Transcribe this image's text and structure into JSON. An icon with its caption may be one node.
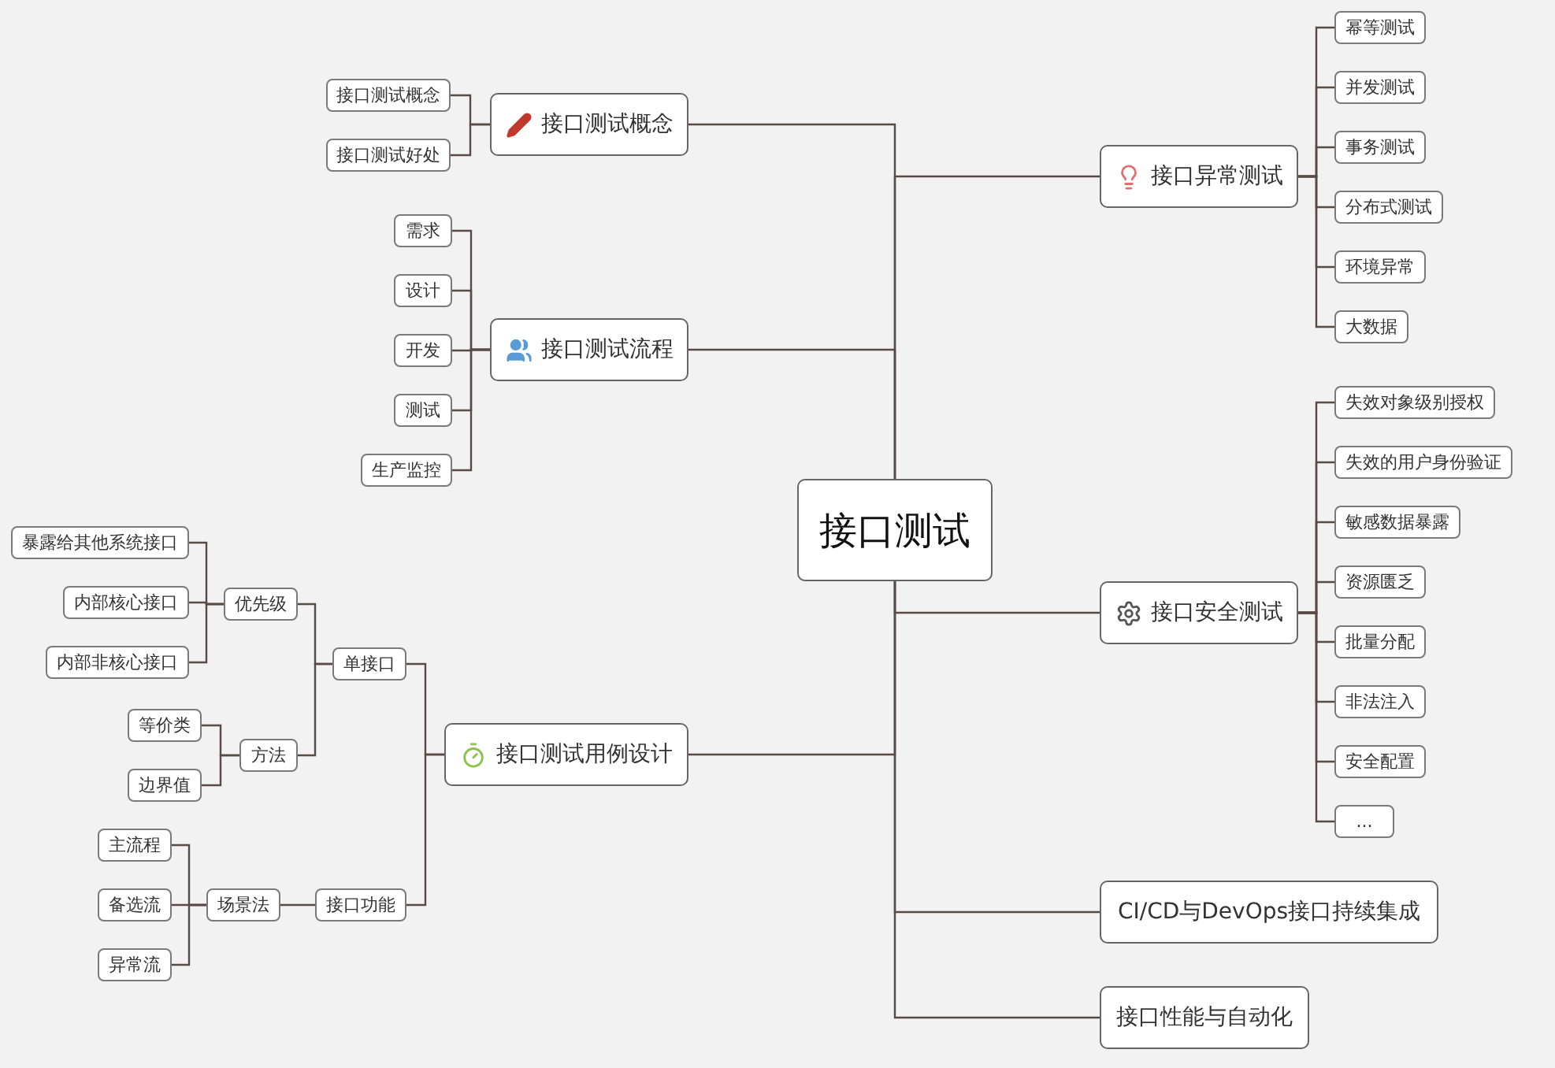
{
  "diagram": {
    "nodes": [
      {
        "text": [
          "接口测试"
        ]
      },
      {
        "text": [
          "接口测试概念"
        ]
      },
      {
        "text": [
          "接口测试概念"
        ]
      },
      {
        "text": [
          "接口测试好处"
        ]
      },
      {
        "text": [
          "接口测试流程"
        ]
      },
      {
        "text": [
          "需求"
        ]
      },
      {
        "text": [
          "设计"
        ]
      },
      {
        "text": [
          "开发"
        ]
      },
      {
        "text": [
          "测试"
        ]
      },
      {
        "text": [
          "生产监控"
        ]
      },
      {
        "text": [
          "接口测试用例设计"
        ]
      },
      {
        "text": [
          "单接口"
        ]
      },
      {
        "text": [
          "优先级"
        ]
      },
      {
        "text": [
          "暴露给其他系统接口"
        ]
      },
      {
        "text": [
          "内部核心接口"
        ]
      },
      {
        "text": [
          "内部非核心接口"
        ]
      },
      {
        "text": [
          "方法"
        ]
      },
      {
        "text": [
          "等价类"
        ]
      },
      {
        "text": [
          "边界值"
        ]
      },
      {
        "text": [
          "接口功能"
        ]
      },
      {
        "text": [
          "场景法"
        ]
      },
      {
        "text": [
          "主流程"
        ]
      },
      {
        "text": [
          "备选流"
        ]
      },
      {
        "text": [
          "异常流"
        ]
      },
      {
        "text": [
          "接口异常测试"
        ]
      },
      {
        "text": [
          "幂等测试"
        ]
      },
      {
        "text": [
          "并发测试"
        ]
      },
      {
        "text": [
          "事务测试"
        ]
      },
      {
        "text": [
          "分布式测试"
        ]
      },
      {
        "text": [
          "环境异常"
        ]
      },
      {
        "text": [
          "大数据"
        ]
      },
      {
        "text": [
          "接口安全测试"
        ]
      },
      {
        "text": [
          "失效对象级别授权"
        ]
      },
      {
        "text": [
          "失效的用户身份验证"
        ]
      },
      {
        "text": [
          "敏感数据暴露"
        ]
      },
      {
        "text": [
          "资源匮乏"
        ]
      },
      {
        "text": [
          "批量分配"
        ]
      },
      {
        "text": [
          "非法注入"
        ]
      },
      {
        "text": [
          "安全配置"
        ]
      },
      {
        "text": [
          "..."
        ]
      },
      {
        "text": [
          "CI/CD与DevOps接口持续集成"
        ]
      },
      {
        "text": [
          "接口性能与自动化"
        ]
      }
    ],
    "edges": [
      {
        "from": 0,
        "to": 1,
        "arrow": "none"
      },
      {
        "from": 1,
        "to": 2,
        "arrow": "none"
      },
      {
        "from": 1,
        "to": 3,
        "arrow": "none"
      },
      {
        "from": 0,
        "to": 4,
        "arrow": "none"
      },
      {
        "from": 4,
        "to": 5,
        "arrow": "none"
      },
      {
        "from": 4,
        "to": 6,
        "arrow": "none"
      },
      {
        "from": 4,
        "to": 7,
        "arrow": "none"
      },
      {
        "from": 4,
        "to": 8,
        "arrow": "none"
      },
      {
        "from": 4,
        "to": 9,
        "arrow": "none"
      },
      {
        "from": 0,
        "to": 10,
        "arrow": "none"
      },
      {
        "from": 10,
        "to": 11,
        "arrow": "none"
      },
      {
        "from": 11,
        "to": 12,
        "arrow": "none"
      },
      {
        "from": 12,
        "to": 13,
        "arrow": "none"
      },
      {
        "from": 12,
        "to": 14,
        "arrow": "none"
      },
      {
        "from": 12,
        "to": 15,
        "arrow": "none"
      },
      {
        "from": 11,
        "to": 16,
        "arrow": "none"
      },
      {
        "from": 16,
        "to": 17,
        "arrow": "none"
      },
      {
        "from": 16,
        "to": 18,
        "arrow": "none"
      },
      {
        "from": 10,
        "to": 19,
        "arrow": "none"
      },
      {
        "from": 19,
        "to": 20,
        "arrow": "none"
      },
      {
        "from": 20,
        "to": 21,
        "arrow": "none"
      },
      {
        "from": 20,
        "to": 22,
        "arrow": "none"
      },
      {
        "from": 20,
        "to": 23,
        "arrow": "none"
      },
      {
        "from": 0,
        "to": 24,
        "arrow": "none"
      },
      {
        "from": 24,
        "to": 25,
        "arrow": "none"
      },
      {
        "from": 24,
        "to": 26,
        "arrow": "none"
      },
      {
        "from": 24,
        "to": 27,
        "arrow": "none"
      },
      {
        "from": 24,
        "to": 28,
        "arrow": "none"
      },
      {
        "from": 24,
        "to": 29,
        "arrow": "none"
      },
      {
        "from": 24,
        "to": 30,
        "arrow": "none"
      },
      {
        "from": 0,
        "to": 31,
        "arrow": "none"
      },
      {
        "from": 31,
        "to": 32,
        "arrow": "none"
      },
      {
        "from": 31,
        "to": 33,
        "arrow": "none"
      },
      {
        "from": 31,
        "to": 34,
        "arrow": "none"
      },
      {
        "from": 31,
        "to": 35,
        "arrow": "none"
      },
      {
        "from": 31,
        "to": 36,
        "arrow": "none"
      },
      {
        "from": 31,
        "to": 37,
        "arrow": "none"
      },
      {
        "from": 31,
        "to": 38,
        "arrow": "none"
      },
      {
        "from": 31,
        "to": 39,
        "arrow": "none"
      },
      {
        "from": 0,
        "to": 40,
        "arrow": "none"
      },
      {
        "from": 0,
        "to": 41,
        "arrow": "none"
      }
    ]
  }
}
